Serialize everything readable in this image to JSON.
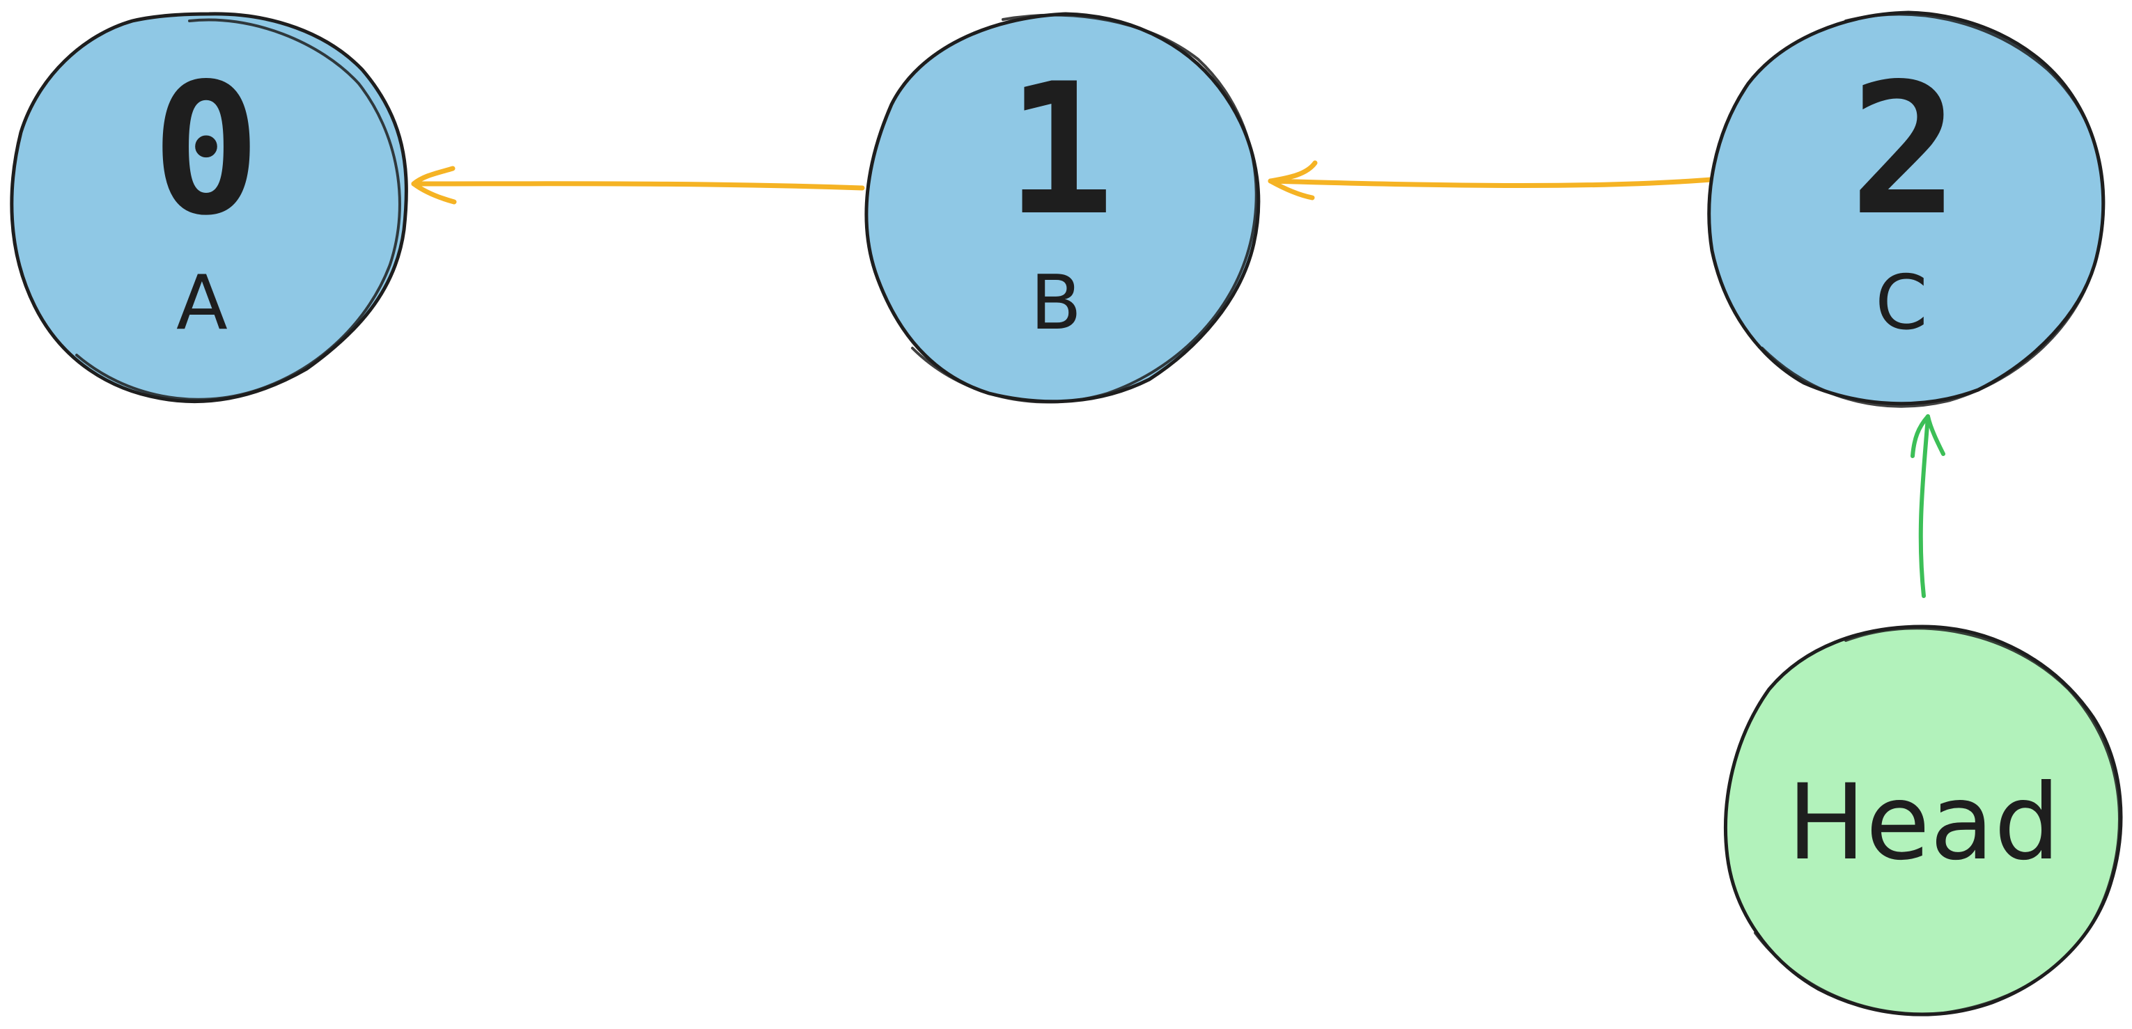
{
  "nodes": [
    {
      "index": "0",
      "label": "A"
    },
    {
      "index": "1",
      "label": "B"
    },
    {
      "index": "2",
      "label": "C"
    }
  ],
  "head": {
    "label": "Head"
  },
  "colors": {
    "node_fill": "#8fc8e5",
    "head_fill": "#b2f2bb",
    "outline": "#1e1e1e",
    "link_arrow": "#f5b324",
    "head_arrow": "#3cbf57"
  }
}
